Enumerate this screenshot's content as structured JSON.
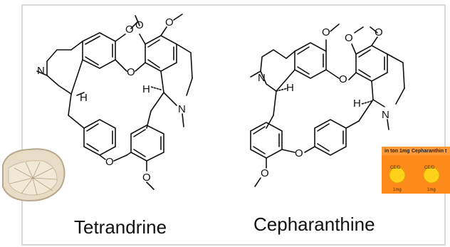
{
  "compounds": [
    {
      "name": "Tetrandrine"
    },
    {
      "name": "Cepharanthine"
    }
  ],
  "atoms": {
    "nitrogen": "N",
    "oxygen": "O",
    "hydrogen": "H"
  },
  "package": {
    "label_left": "in ton 1mg",
    "label_right": "Cepharanthin t",
    "stamp": "CE/D",
    "dose": "1mg"
  },
  "colors": {
    "frame": "#d9d9d9",
    "package": "#ff8a1c",
    "pill": "#ffd21a",
    "root": "#e9dcc7",
    "bond": "#111111"
  }
}
